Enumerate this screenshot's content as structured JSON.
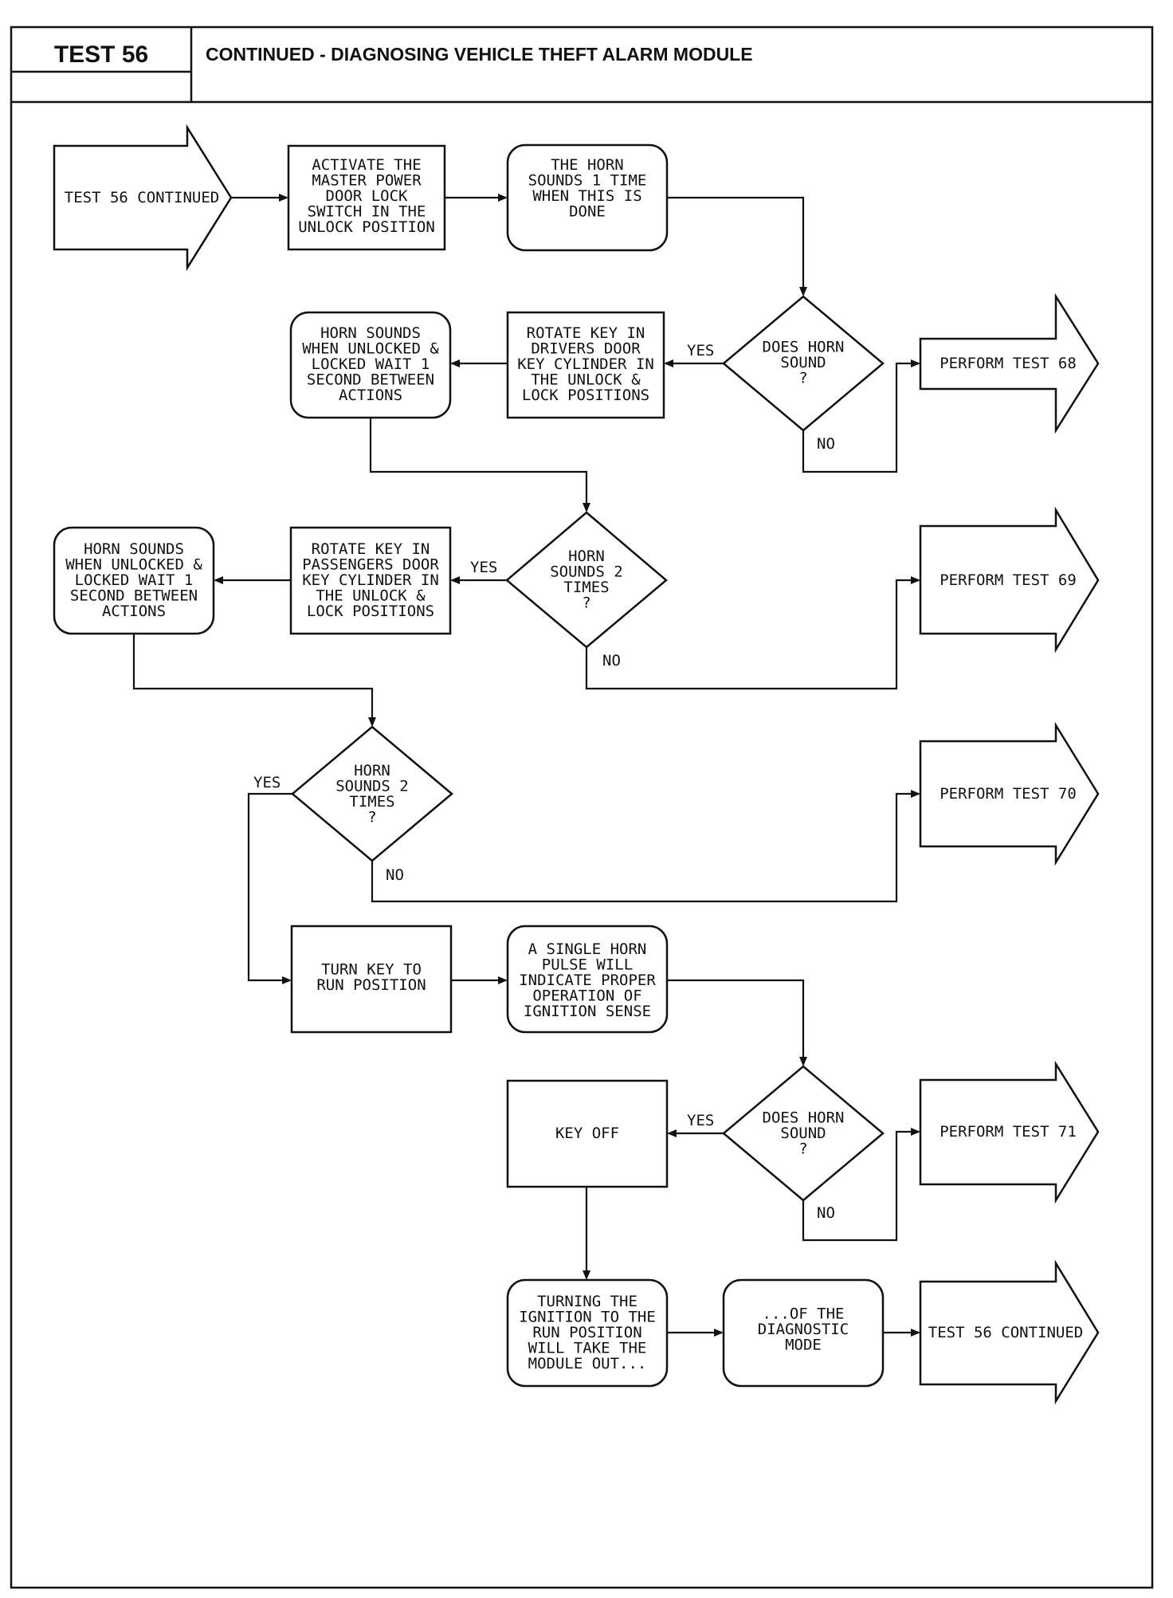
{
  "header": {
    "test_label": "TEST 56",
    "title": "CONTINUED - DIAGNOSING VEHICLE THEFT ALARM MODULE"
  },
  "nodes": {
    "start_arrow": [
      "TEST 56 CONTINUED"
    ],
    "activate_switch": [
      "ACTIVATE THE",
      "MASTER POWER",
      "DOOR LOCK",
      "SWITCH IN THE",
      "UNLOCK POSITION"
    ],
    "horn_sounds_1": [
      "THE HORN",
      "SOUNDS 1 TIME",
      "WHEN THIS IS",
      "DONE"
    ],
    "decision_1": [
      "DOES HORN",
      "SOUND",
      "?"
    ],
    "perform_68": [
      "PERFORM TEST 68"
    ],
    "rotate_driver": [
      "ROTATE KEY IN",
      "DRIVERS DOOR",
      "KEY CYLINDER IN",
      "THE UNLOCK &",
      "LOCK POSITIONS"
    ],
    "horn_driver": [
      "HORN SOUNDS",
      "WHEN UNLOCKED &",
      "LOCKED WAIT 1",
      "SECOND BETWEEN",
      "ACTIONS"
    ],
    "decision_2": [
      "HORN",
      "SOUNDS 2",
      "TIMES",
      "?"
    ],
    "perform_69": [
      "PERFORM TEST 69"
    ],
    "rotate_passenger": [
      "ROTATE KEY IN",
      "PASSENGERS DOOR",
      "KEY CYLINDER IN",
      "THE UNLOCK &",
      "LOCK POSITIONS"
    ],
    "horn_passenger": [
      "HORN SOUNDS",
      "WHEN UNLOCKED &",
      "LOCKED WAIT 1",
      "SECOND BETWEEN",
      "ACTIONS"
    ],
    "decision_3": [
      "HORN",
      "SOUNDS 2",
      "TIMES",
      "?"
    ],
    "perform_70": [
      "PERFORM TEST 70"
    ],
    "turn_key_run": [
      "TURN KEY TO",
      "RUN POSITION"
    ],
    "single_pulse": [
      "A SINGLE HORN",
      "PULSE WILL",
      "INDICATE PROPER",
      "OPERATION OF",
      "IGNITION SENSE"
    ],
    "decision_4": [
      "DOES HORN",
      "SOUND",
      "?"
    ],
    "perform_71": [
      "PERFORM TEST 71"
    ],
    "key_off": [
      "KEY OFF"
    ],
    "turning_ignition": [
      "TURNING THE",
      "IGNITION TO THE",
      "RUN POSITION",
      "WILL TAKE THE",
      "MODULE OUT..."
    ],
    "diagnostic_mode": [
      "...OF THE",
      "DIAGNOSTIC",
      "MODE"
    ],
    "end_arrow": [
      "TEST 56 CONTINUED"
    ]
  },
  "branch_labels": {
    "yes": "YES",
    "no": "NO"
  }
}
